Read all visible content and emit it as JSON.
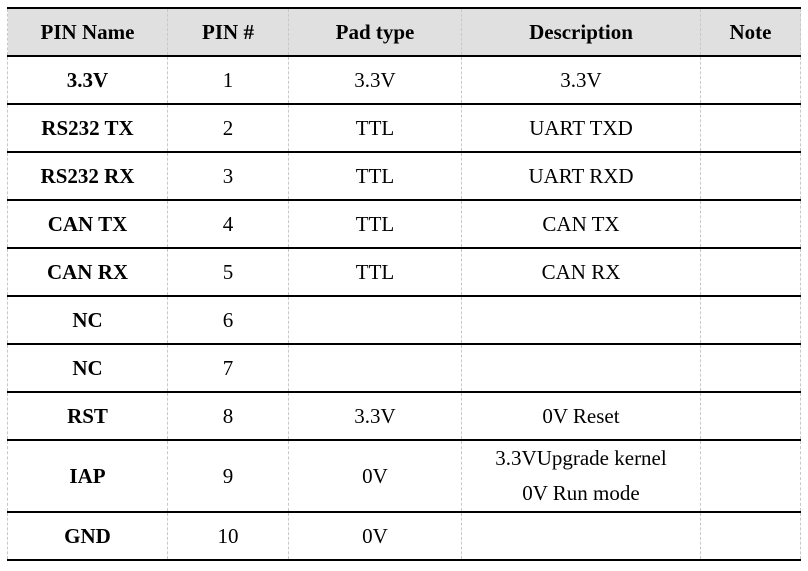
{
  "headers": [
    "PIN Name",
    "PIN #",
    "Pad type",
    "Description",
    "Note"
  ],
  "rows": [
    {
      "name": "3.3V",
      "pin": "1",
      "pad": "3.3V",
      "desc": [
        "3.3V"
      ],
      "note": ""
    },
    {
      "name": "RS232 TX",
      "pin": "2",
      "pad": "TTL",
      "desc": [
        "UART TXD"
      ],
      "note": ""
    },
    {
      "name": "RS232 RX",
      "pin": "3",
      "pad": "TTL",
      "desc": [
        "UART RXD"
      ],
      "note": ""
    },
    {
      "name": "CAN TX",
      "pin": "4",
      "pad": "TTL",
      "desc": [
        "CAN TX"
      ],
      "note": ""
    },
    {
      "name": "CAN RX",
      "pin": "5",
      "pad": "TTL",
      "desc": [
        "CAN RX"
      ],
      "note": ""
    },
    {
      "name": "NC",
      "pin": "6",
      "pad": "",
      "desc": [
        ""
      ],
      "note": ""
    },
    {
      "name": "NC",
      "pin": "7",
      "pad": "",
      "desc": [
        ""
      ],
      "note": ""
    },
    {
      "name": "RST",
      "pin": "8",
      "pad": "3.3V",
      "desc": [
        "0V Reset"
      ],
      "note": ""
    },
    {
      "name": "IAP",
      "pin": "9",
      "pad": "0V",
      "desc": [
        "3.3VUpgrade kernel",
        "0V Run mode"
      ],
      "note": ""
    },
    {
      "name": "GND",
      "pin": "10",
      "pad": "0V",
      "desc": [
        ""
      ],
      "note": ""
    }
  ]
}
